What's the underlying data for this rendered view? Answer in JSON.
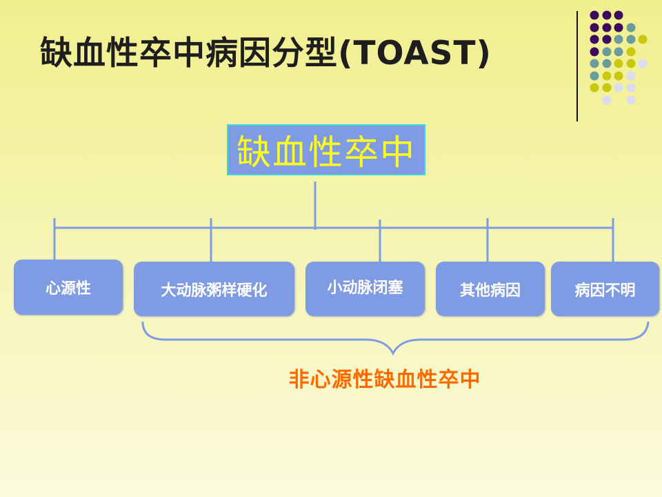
{
  "slide": {
    "title": "缺血性卒中病因分型(TOAST)",
    "root": "缺血性卒中",
    "categories": [
      {
        "label": "心源性"
      },
      {
        "label": "大动脉粥样硬化"
      },
      {
        "label": "小动脉闭塞"
      },
      {
        "label": "其他病因"
      },
      {
        "label": "病因不明"
      }
    ],
    "group_label": "非心源性缺血性卒中"
  },
  "colors": {
    "box": "#7f9be3",
    "root_text": "#ffff1a",
    "group_label": "#ff6a00",
    "dot_purple": "#3b0a5c",
    "dot_teal": "#6a9c9c",
    "dot_olive": "#c9c80f",
    "dot_lavender": "#dcdcf0"
  }
}
